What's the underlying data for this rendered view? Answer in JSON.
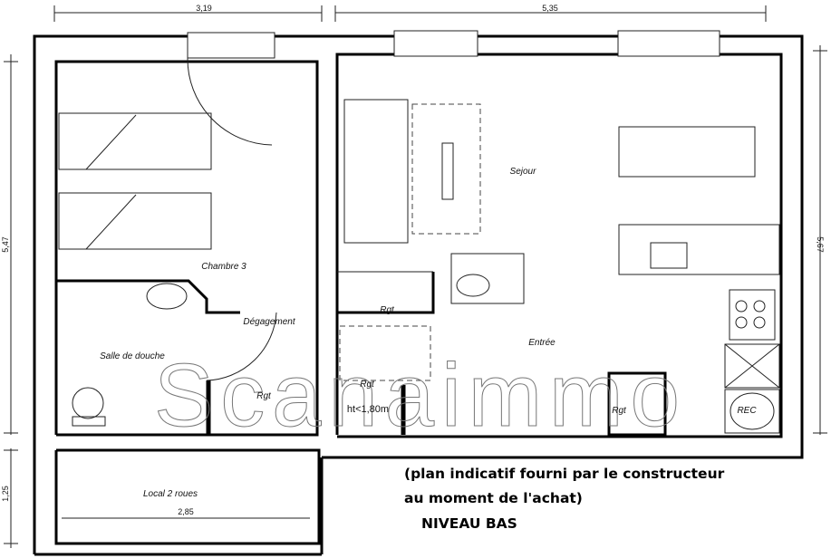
{
  "dimensions": {
    "top_left": "3,19",
    "top_right": "5,35",
    "left_main": "5,47",
    "left_annex": "1,25",
    "right_main": "5,67",
    "annex_width": "2,85"
  },
  "rooms": {
    "chambre": "Chambre 3",
    "degagement": "Dégagement",
    "salle_douche": "Salle de douche",
    "sejour": "Sejour",
    "entree": "Entrée",
    "local": "Local 2 roues",
    "rgt_1": "Rgt",
    "rgt_2": "Rgt",
    "rgt_3": "Rgt",
    "rgt_4": "Rgt",
    "rec": "REC",
    "ht": "ht<1,80m"
  },
  "notes": {
    "line1": "(plan indicatif fourni par le constructeur",
    "line2": "au moment de l'achat)",
    "level": "NIVEAU BAS"
  },
  "watermark": "Scanaimmo"
}
